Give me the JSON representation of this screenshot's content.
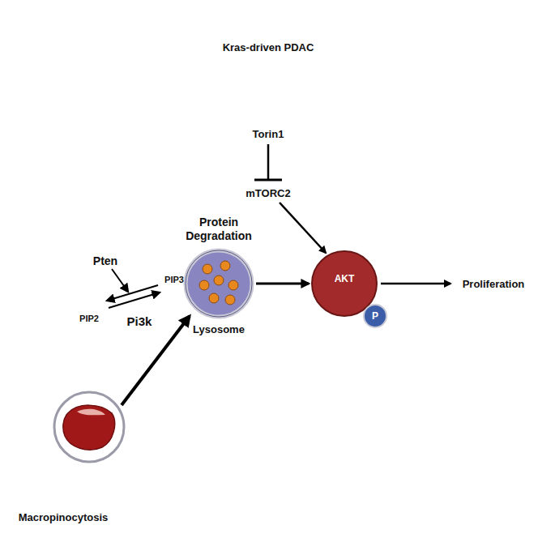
{
  "diagram": {
    "nodes": [
      {
        "text": [
          "Kras-driven PDAC"
        ]
      },
      {
        "text": [
          "Protein Degradation",
          "Lysosome"
        ],
        "in": 0
      },
      {
        "text": [
          "AKT"
        ],
        "in": 0
      },
      {
        "text": [
          "P"
        ],
        "in": 2
      }
    ],
    "edges": [
      {
        "from": 1,
        "to": 2,
        "arrow": "to"
      }
    ],
    "labels": [
      "Torin1",
      "mTORC2",
      "Pten",
      "PIP2",
      "PIP3",
      "Pi3k",
      "Proliferation",
      "Macropinocytosis"
    ]
  }
}
